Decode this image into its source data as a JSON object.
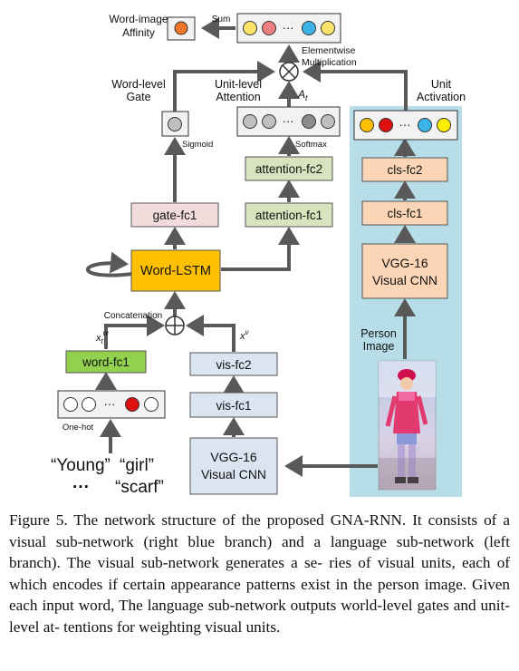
{
  "labels": {
    "word_image_affinity_l1": "Word-image",
    "word_image_affinity_l2": "Affinity",
    "sum": "Sum",
    "elementwise_l1": "Elementwise",
    "elementwise_l2": "Multiplication",
    "word_level_gate_l1": "Word-level",
    "word_level_gate_l2": "Gate",
    "unit_level_attention_l1": "Unit-level",
    "unit_level_attention_l2": "Attention",
    "at_symbol": "A",
    "at_sub": "t",
    "unit_activation_l1": "Unit",
    "unit_activation_l2": "Activation",
    "sigmoid": "Sigmoid",
    "softmax": "Softmax",
    "concatenation": "Concatenation",
    "xtw": "x",
    "xtw_sup": "w",
    "xtw_sub": "t",
    "xv": "x",
    "xv_sup": "v",
    "one_hot": "One-hot",
    "person_image_l1": "Person",
    "person_image_l2": "Image",
    "ellipsis": "···"
  },
  "boxes": {
    "gate_fc1": "gate-fc1",
    "attention_fc1": "attention-fc1",
    "attention_fc2": "attention-fc2",
    "word_lstm": "Word-LSTM",
    "word_fc1": "word-fc1",
    "vis_fc1": "vis-fc1",
    "vis_fc2": "vis-fc2",
    "cls_fc1": "cls-fc1",
    "cls_fc2": "cls-fc2",
    "vgg_bottom_l1": "VGG-16",
    "vgg_bottom_l2": "Visual CNN",
    "vgg_right_l1": "VGG-16",
    "vgg_right_l2": "Visual CNN"
  },
  "words": {
    "young": "“Young”",
    "girl": "“girl”",
    "dots": "···",
    "scarf": "“scarf”"
  },
  "caption": {
    "line1": "Figure 5. The network structure of the proposed GNA-RNN. It",
    "line2": "consists of a visual sub-network (right blue branch) and a language",
    "line3": "sub-network (left branch). The visual sub-network generates a se-",
    "line4": "ries of visual units, each of which encodes if certain appearance",
    "line5": "patterns exist in the person image.  Given each input word, The",
    "line6": "language sub-network outputs world-level gates and unit-level at-",
    "line7": "tentions for weighting visual units."
  },
  "colors": {
    "blue_panel": "#b7dde8",
    "pink_box": "#f2dcdb",
    "green_box": "#d7e4bd",
    "green_word_fc": "#92d050",
    "blue_box": "#dbe4f1",
    "salmon_box": "#fbd5b5",
    "lstm_orange": "#ffc000",
    "arrow_gray": "#595959",
    "dot_orange": "#f07828",
    "dot_yellow": "#ffe26a",
    "dot_pink": "#f08080",
    "dot_blue": "#3cb4e8",
    "dot_gray": "#bfbfbf",
    "dot_darkgray": "#8c8c8c",
    "dot_red": "#e01010",
    "dot_yellow2": "#ffee00"
  }
}
